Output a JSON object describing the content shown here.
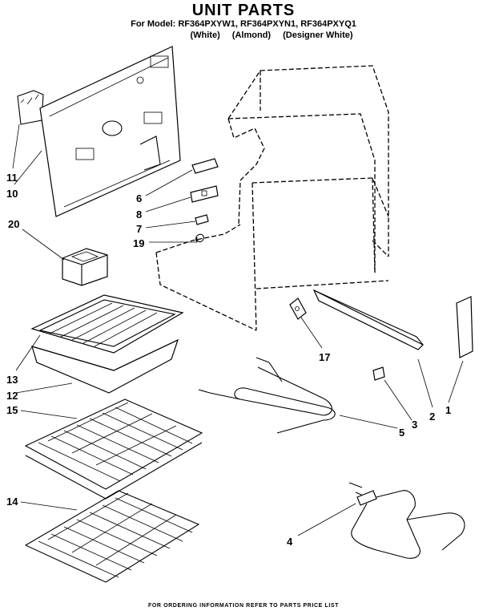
{
  "header": {
    "title": "UNIT PARTS",
    "models": "For Model: RF364PXYW1, RF364PXYN1, RF364PXYQ1",
    "variants": [
      "(White)",
      "(Almond)",
      "(Designer White)"
    ]
  },
  "footer": "FOR ORDERING INFORMATION REFER TO PARTS PRICE LIST",
  "callouts": [
    "11",
    "10",
    "6",
    "8",
    "7",
    "19",
    "20",
    "17",
    "13",
    "12",
    "15",
    "14",
    "1",
    "2",
    "3",
    "5",
    "4"
  ]
}
